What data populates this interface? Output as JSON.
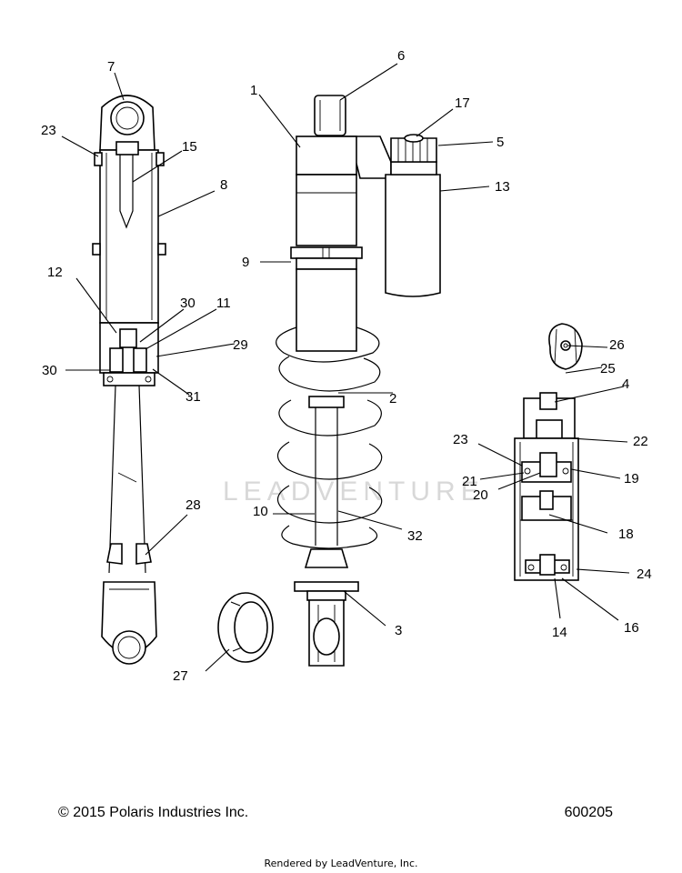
{
  "copyright": "© 2015 Polaris Industries Inc.",
  "diagram_number": "600205",
  "render_credit": "Rendered by LeadVenture, Inc.",
  "watermark": "LEADVENTURE",
  "callouts": {
    "c1": "1",
    "c2": "2",
    "c3": "3",
    "c4": "4",
    "c5": "5",
    "c6": "6",
    "c7": "7",
    "c8": "8",
    "c9": "9",
    "c10": "10",
    "c11": "11",
    "c12": "12",
    "c13": "13",
    "c14": "14",
    "c15": "15",
    "c16": "16",
    "c17": "17",
    "c18": "18",
    "c19": "19",
    "c20": "20",
    "c21": "21",
    "c22": "22",
    "c23a": "23",
    "c23b": "23",
    "c24": "24",
    "c25": "25",
    "c26": "26",
    "c27": "27",
    "c28": "28",
    "c29": "29",
    "c30a": "30",
    "c30b": "30",
    "c31": "31",
    "c32": "32"
  }
}
